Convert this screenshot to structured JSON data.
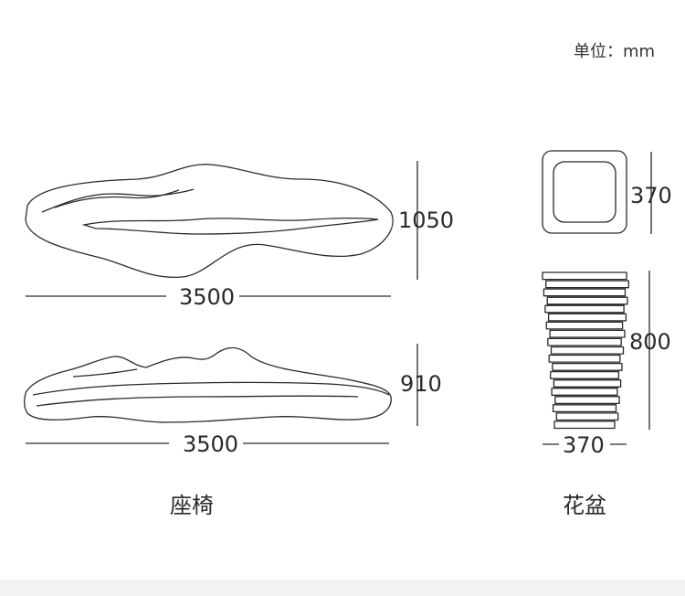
{
  "unit_label": "单位：mm",
  "bench": {
    "caption": "座椅",
    "top_view": {
      "width_label": "3500",
      "depth_label": "1050"
    },
    "side_view": {
      "width_label": "3500",
      "height_label": "910"
    }
  },
  "planter": {
    "caption": "花盆",
    "top_view": {
      "size_label": "370"
    },
    "side_view": {
      "height_label": "800",
      "width_label": "370"
    }
  }
}
